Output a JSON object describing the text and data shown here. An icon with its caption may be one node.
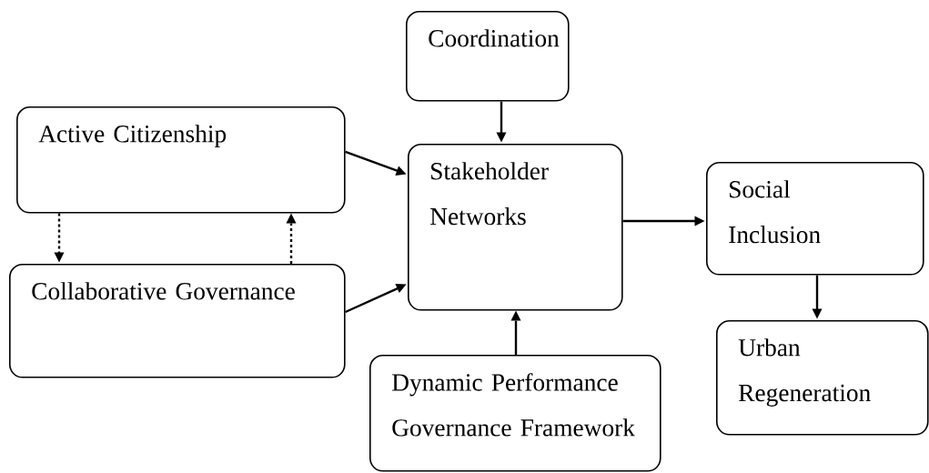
{
  "diagram": {
    "nodes": [
      {
        "text": [
          "Coordination"
        ]
      },
      {
        "text": [
          "Active Citizenship"
        ]
      },
      {
        "text": [
          "Stakeholder Networks"
        ]
      },
      {
        "text": [
          "Social Inclusion"
        ]
      },
      {
        "text": [
          "Collaborative Governance"
        ]
      },
      {
        "text": [
          "Urban Regeneration"
        ]
      },
      {
        "text": [
          "Dynamic Performance Governance Framework"
        ]
      }
    ],
    "edges": [
      {
        "from": 0,
        "to": 2,
        "arrow": "to"
      },
      {
        "from": 1,
        "to": 2,
        "arrow": "to"
      },
      {
        "from": 4,
        "to": 2,
        "arrow": "to"
      },
      {
        "from": 1,
        "to": 4,
        "arrow": "to",
        "style": "dashed"
      },
      {
        "from": 4,
        "to": 1,
        "arrow": "to",
        "style": "dashed"
      },
      {
        "from": 2,
        "to": 3,
        "arrow": "to"
      },
      {
        "from": 3,
        "to": 5,
        "arrow": "to"
      },
      {
        "from": 6,
        "to": 2,
        "arrow": "to"
      }
    ]
  }
}
